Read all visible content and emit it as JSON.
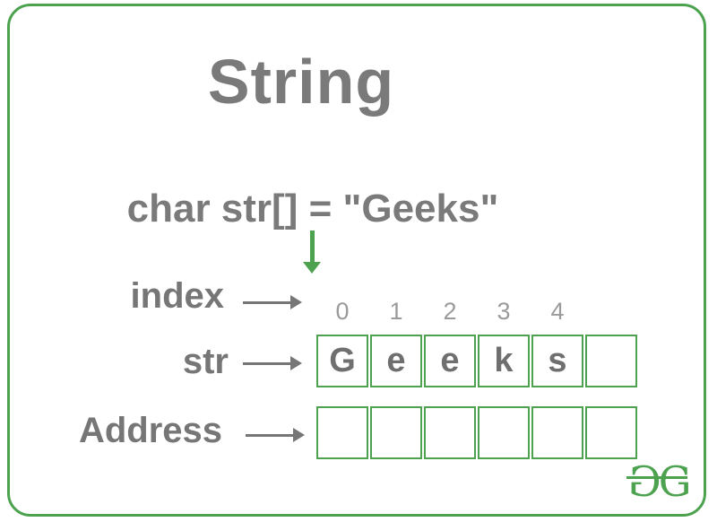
{
  "title": "String",
  "declaration": "char str[] = \"Geeks\"",
  "array": {
    "index_label": "index",
    "str_label": "str",
    "address_label": "Address",
    "indices": [
      "0",
      "1",
      "2",
      "3",
      "4"
    ],
    "str_cells": [
      "G",
      "e",
      "e",
      "k",
      "s",
      ""
    ],
    "address_cells": [
      "",
      "",
      "",
      "",
      "",
      ""
    ]
  },
  "logo": {
    "left_g": "G",
    "right_g": "G"
  },
  "colors": {
    "green": "#4da250",
    "text_gray": "#767676",
    "index_gray": "#9b9b9b",
    "background": "#ffffff"
  }
}
